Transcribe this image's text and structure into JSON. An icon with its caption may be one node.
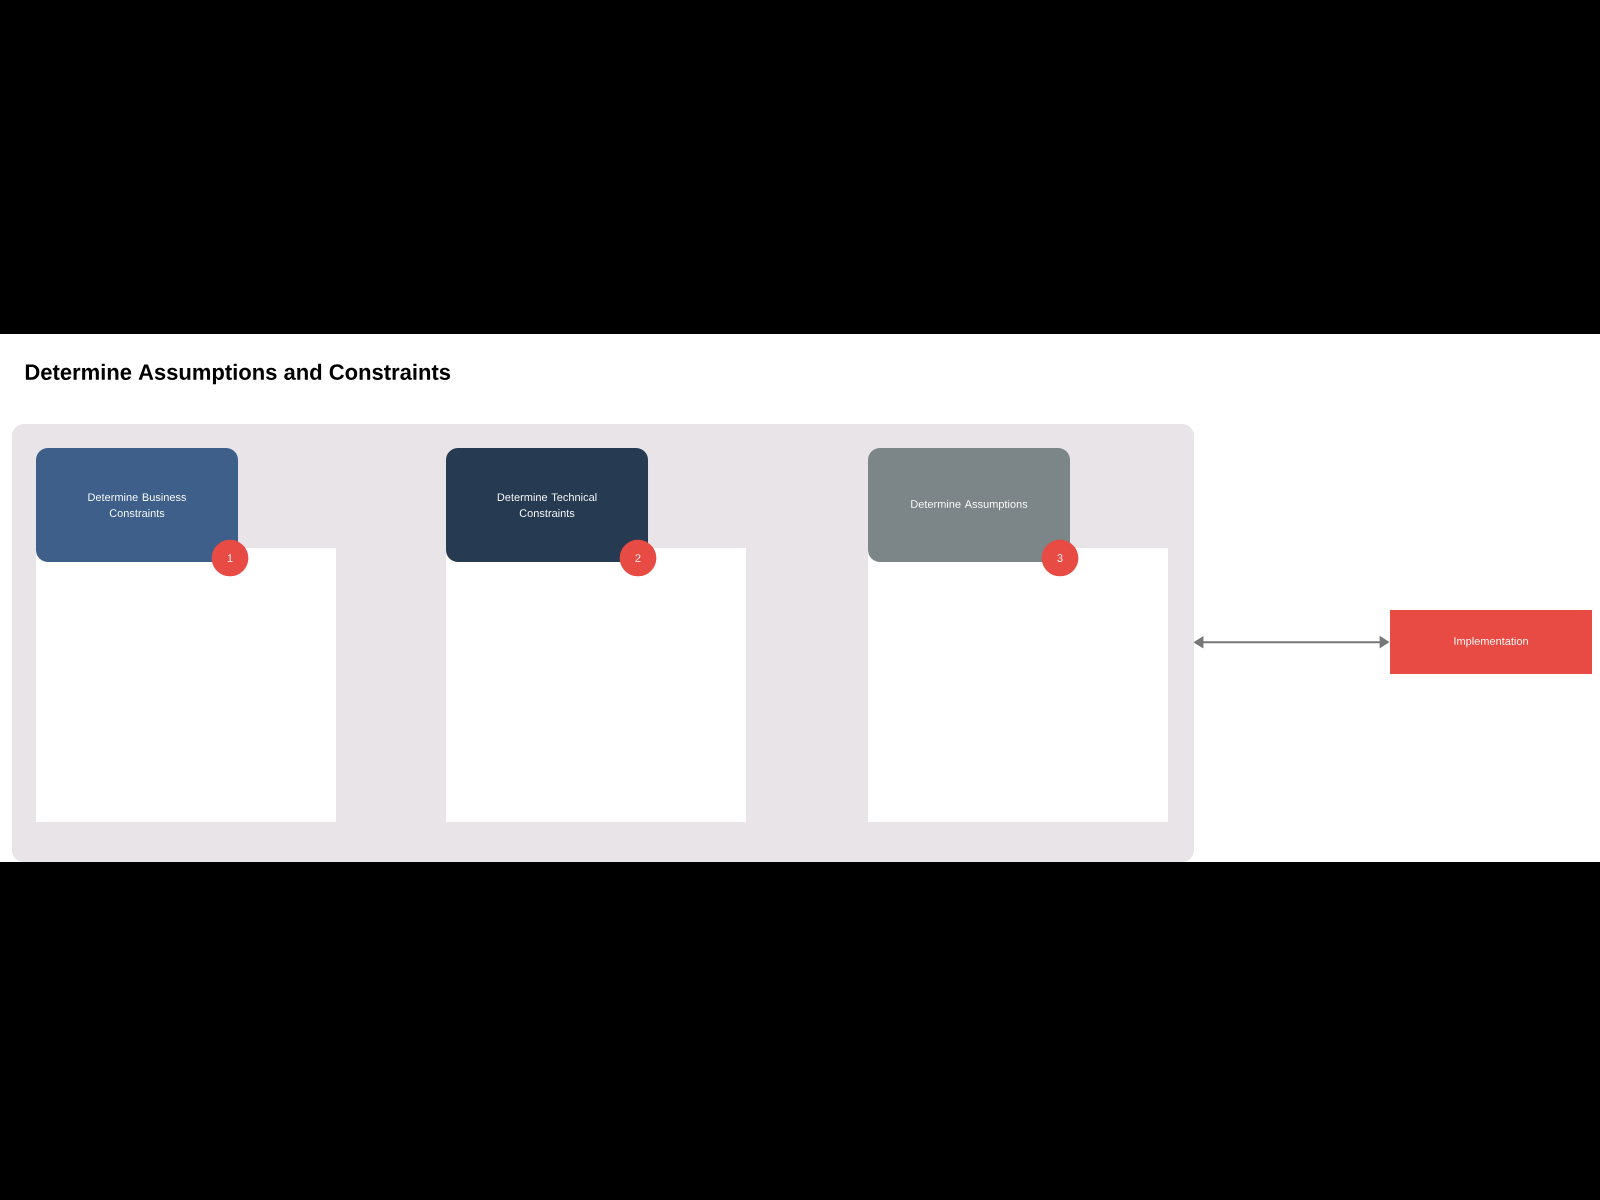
{
  "diagram": {
    "title": "Determine Assumptions and Constraints",
    "nodes": [
      {
        "text": [],
        "shape": "box"
      },
      {
        "text": [],
        "shape": "box",
        "in": 0
      },
      {
        "text": [
          "Determine Business Constraints"
        ],
        "in": 0
      },
      {
        "text": [
          "1"
        ],
        "in": 0
      },
      {
        "text": [],
        "shape": "box",
        "in": 0
      },
      {
        "text": [
          "Determine Technical Constraints"
        ],
        "in": 0
      },
      {
        "text": [
          "2"
        ],
        "in": 0
      },
      {
        "text": [],
        "shape": "box",
        "in": 0
      },
      {
        "text": [
          "Determine Assumptions"
        ],
        "in": 0
      },
      {
        "text": [
          "3"
        ],
        "in": 0
      },
      {
        "text": [
          "Implementation"
        ]
      }
    ],
    "edges": [
      {
        "from": 0,
        "to": 10,
        "arrow": "both"
      }
    ]
  }
}
